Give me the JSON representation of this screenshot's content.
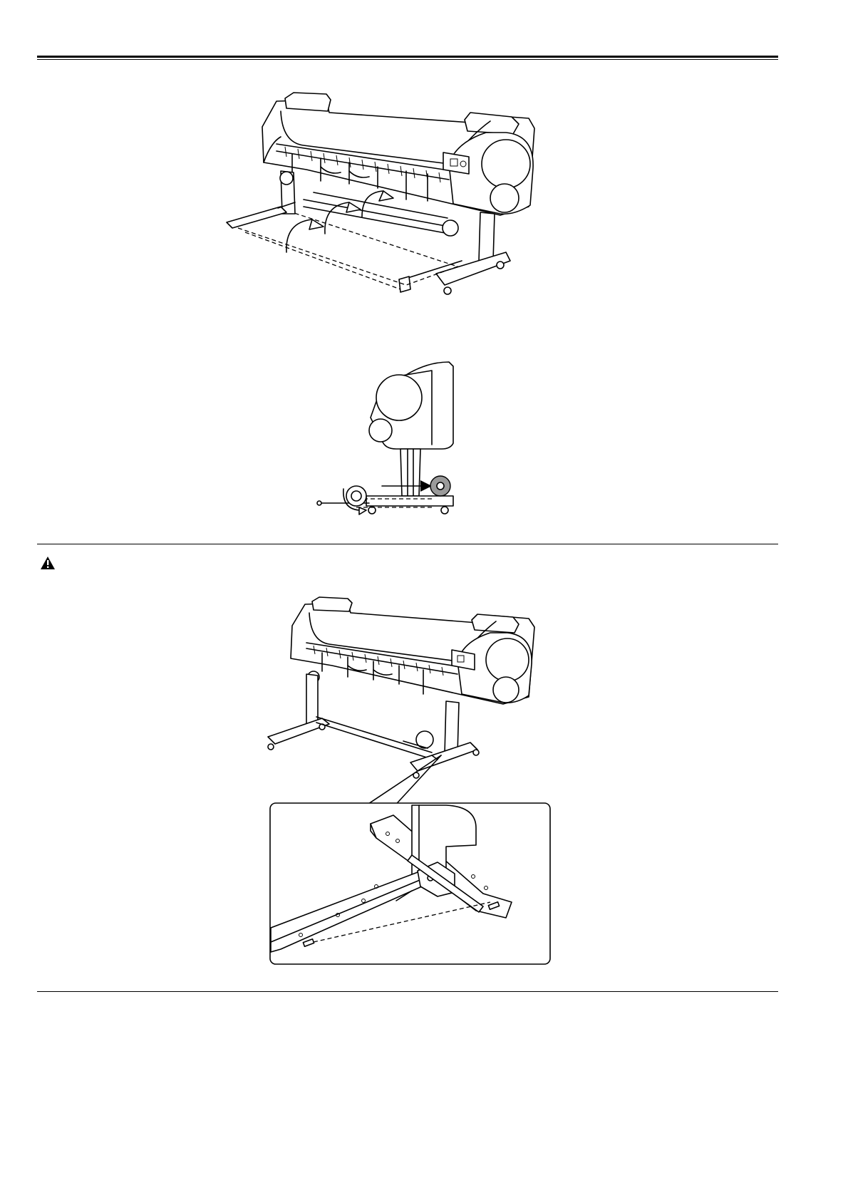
{
  "page": {
    "warning_icon": "warning-triangle-icon"
  },
  "figures": [
    {
      "name": "printer-roll-unit-front-illustration"
    },
    {
      "name": "printer-roll-unit-side-illustration"
    },
    {
      "name": "printer-stand-illustration"
    },
    {
      "name": "stand-foot-detail-illustration"
    }
  ],
  "colors": {
    "line": "#000000",
    "background": "#ffffff",
    "roll_core": "#9a9a9a"
  }
}
